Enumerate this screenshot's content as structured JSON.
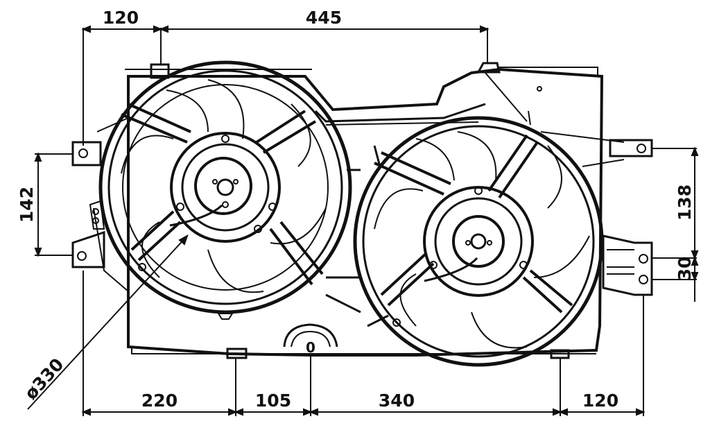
{
  "drawing": {
    "ink_color": "#111111",
    "background_color": "#ffffff",
    "dimensions": {
      "top_left_width": "120",
      "top_spacing": "445",
      "left_height": "142",
      "right_height": "138",
      "right_small": "30",
      "fan_diameter": "ø330",
      "bottom_1": "220",
      "bottom_2": "105",
      "bottom_3": "340",
      "bottom_4": "120"
    },
    "center_mark": "0"
  }
}
